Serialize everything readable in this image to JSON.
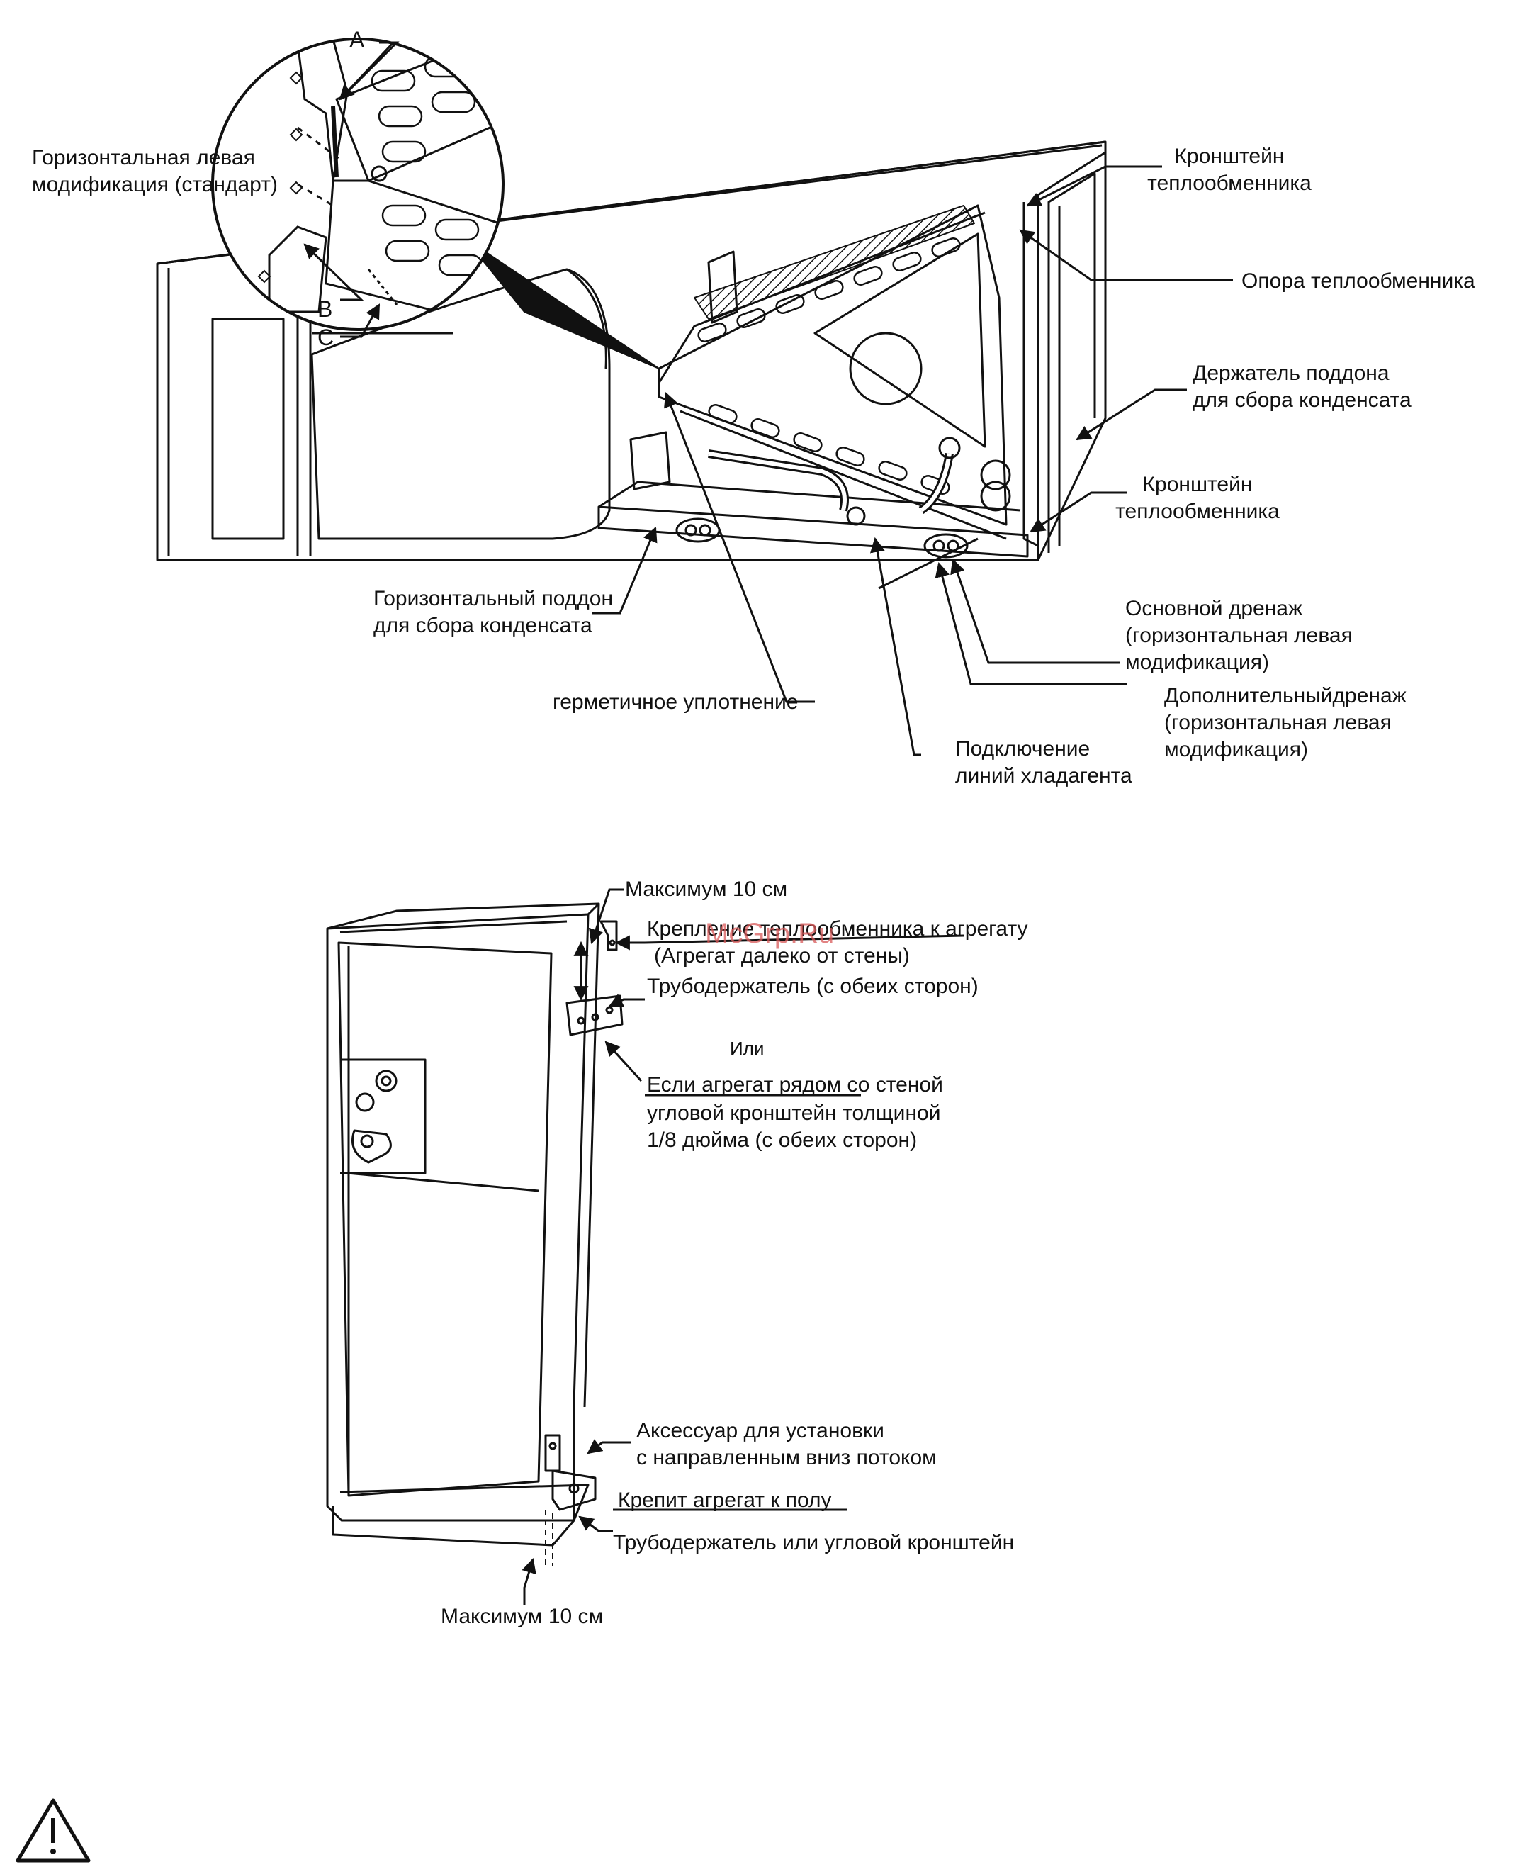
{
  "watermark": "McGrp.Ru",
  "top_figure": {
    "detail_letters": [
      "A",
      "B",
      "C"
    ],
    "labels": {
      "horizontal_left": [
        "Горизонтальная левая",
        "модификация (стандарт)"
      ],
      "coil_bracket_top": [
        "Кронштейн",
        "теплообменника"
      ],
      "coil_support": "Опора теплообменника",
      "pan_holder": [
        "Держатель поддона",
        "для сбора конденсата"
      ],
      "coil_bracket_bottom": [
        "Кронштейн",
        "теплообменника"
      ],
      "horizontal_pan": [
        "Горизонтальный поддон",
        "для сбора конденсата"
      ],
      "seal": "герметичное уплотнение",
      "main_drain": [
        "Основной дренаж",
        "(горизонтальная левая",
        "модификация)"
      ],
      "aux_drain": [
        "Дополнительныйдренаж",
        "(горизонтальная левая",
        "модификация)"
      ],
      "refrigerant": [
        "Подключение",
        "линий хладагента"
      ]
    }
  },
  "bottom_figure": {
    "labels": {
      "max_top": "Максимум 10 см",
      "coil_mount": "Крепление теплообменника к агрегату",
      "far_from_wall": "(Агрегат далеко от стены)",
      "pipe_strap_both": "Трубодержатель  (с обеих сторон)",
      "or": "Или",
      "near_wall": "Если агрегат рядом со стеной",
      "angle_bracket": "угловой кронштейн толщиной",
      "thickness": "1/8 дюйма  (с обеих сторон)",
      "downflow_accessory": [
        "Аксессуар для установки",
        "с направленным вниз потоком"
      ],
      "floor_fix": "Крепит агрегат к полу",
      "strap_or_bracket": "Трубодержатель или угловой кронштейн",
      "max_bottom": "Максимум 10 см"
    }
  },
  "warning_icon": "warning-triangle-icon"
}
